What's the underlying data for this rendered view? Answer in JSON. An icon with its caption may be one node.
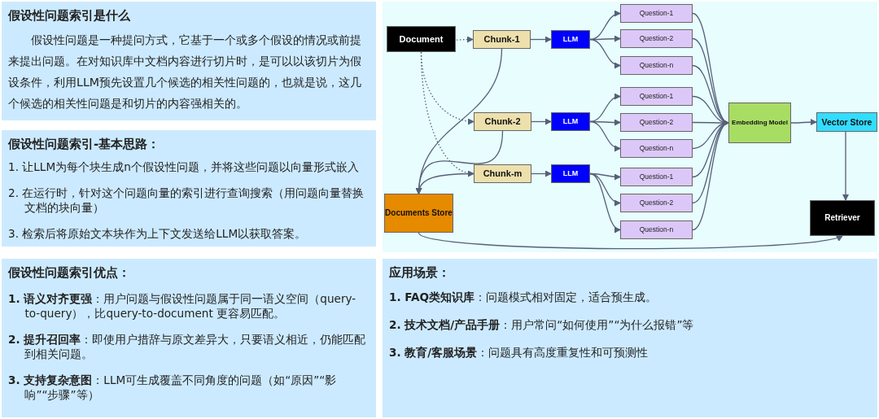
{
  "diagram": {
    "nodes": [
      {
        "text": [
          "假设性问题索引是什么",
          "假设性问题是一种提问方式，它基于一个或多个假设的情况或前提来提出问题。在对知识库中文档内容进行切片时，是可以以该切片为假设条件，利用LLM预先设置几个候选的相关性问题的，也就是说，这几个候选的相关性问题是和切片的内容强相关的。"
        ]
      },
      {
        "text": [
          "假设性问题索引-基本思路：",
          "1. 让LLM为每个块生成n个假设性问题，并将这些问题以向量形式嵌入",
          "2. 在运行时，针对这个问题向量的索引进行查询搜索（用问题向量替换文档的块向量）",
          "3. 检索后将原始文本块作为上下文发送给LLM以获取答案。"
        ]
      },
      {
        "text": [
          "假设性问题索引优点：",
          "**1. 语义对齐更强**：用户问题与假设性问题属于同一语义空间（query-to-query），比query-to-document 更容易匹配。",
          "**2. 提升召回率**：即使用户措辞与原文差异大，只要语义相近，仍能匹配到相关问题。",
          "**3. 支持复杂意图**：LLM可生成覆盖不同角度的问题（如“原因”“影响”“步骤”等）"
        ]
      },
      {
        "text": [
          "**应用场景**：",
          "**1. FAQ类知识库**：问题模式相对固定，适合预生成。",
          "**2. 技术文档/产品手册**：用户常问“如何使用”“为什么报错”等",
          "**3. 教育/客服场景**：问题具有高度重复性和可预测性"
        ]
      },
      {
        "text": [
          "Document"
        ]
      },
      {
        "text": [
          "Chunk-1"
        ]
      },
      {
        "text": [
          "LLM"
        ]
      },
      {
        "text": [
          "Question-1"
        ]
      },
      {
        "text": [
          "Question-2"
        ]
      },
      {
        "text": [
          "Question-n"
        ]
      },
      {
        "text": [
          "Chunk-2"
        ]
      },
      {
        "text": [
          "LLM"
        ]
      },
      {
        "text": [
          "Question-1"
        ]
      },
      {
        "text": [
          "Question-2"
        ]
      },
      {
        "text": [
          "Question-n"
        ]
      },
      {
        "text": [
          "Chunk-m"
        ]
      },
      {
        "text": [
          "LLM"
        ]
      },
      {
        "text": [
          "Question-1"
        ]
      },
      {
        "text": [
          "Question-2"
        ]
      },
      {
        "text": [
          "Question-n"
        ]
      },
      {
        "text": [
          "Embedding Model"
        ]
      },
      {
        "text": [
          "Vector Store"
        ]
      },
      {
        "text": [
          "Documents Store"
        ]
      },
      {
        "text": [
          "Retriever"
        ]
      }
    ],
    "edges": [
      {
        "from": 4,
        "to": 5,
        "arrow": "to",
        "style": "dashed"
      },
      {
        "from": 4,
        "to": 10,
        "arrow": "to",
        "style": "dashed"
      },
      {
        "from": 4,
        "to": 15,
        "arrow": "to",
        "style": "dashed"
      },
      {
        "from": 5,
        "to": 6,
        "arrow": "to"
      },
      {
        "from": 6,
        "to": 7,
        "arrow": "to"
      },
      {
        "from": 6,
        "to": 8,
        "arrow": "to"
      },
      {
        "from": 6,
        "to": 9,
        "arrow": "to"
      },
      {
        "from": 10,
        "to": 11,
        "arrow": "to"
      },
      {
        "from": 11,
        "to": 12,
        "arrow": "to"
      },
      {
        "from": 11,
        "to": 13,
        "arrow": "to"
      },
      {
        "from": 11,
        "to": 14,
        "arrow": "to"
      },
      {
        "from": 15,
        "to": 16,
        "arrow": "to"
      },
      {
        "from": 16,
        "to": 17,
        "arrow": "to"
      },
      {
        "from": 16,
        "to": 18,
        "arrow": "to"
      },
      {
        "from": 16,
        "to": 19,
        "arrow": "to"
      },
      {
        "from": 7,
        "to": 20,
        "arrow": "to"
      },
      {
        "from": 8,
        "to": 20,
        "arrow": "to"
      },
      {
        "from": 9,
        "to": 20,
        "arrow": "to"
      },
      {
        "from": 12,
        "to": 20,
        "arrow": "to"
      },
      {
        "from": 13,
        "to": 20,
        "arrow": "to"
      },
      {
        "from": 14,
        "to": 20,
        "arrow": "to"
      },
      {
        "from": 17,
        "to": 20,
        "arrow": "to"
      },
      {
        "from": 18,
        "to": 20,
        "arrow": "to"
      },
      {
        "from": 19,
        "to": 20,
        "arrow": "to"
      },
      {
        "from": 20,
        "to": 21,
        "arrow": "to"
      },
      {
        "from": 21,
        "to": 23,
        "arrow": "to"
      },
      {
        "from": 5,
        "to": 22,
        "arrow": "to"
      },
      {
        "from": 10,
        "to": 22,
        "arrow": "to"
      },
      {
        "from": 15,
        "to": 22,
        "arrow": "to"
      },
      {
        "from": 22,
        "to": 23,
        "arrow": "to"
      }
    ]
  }
}
